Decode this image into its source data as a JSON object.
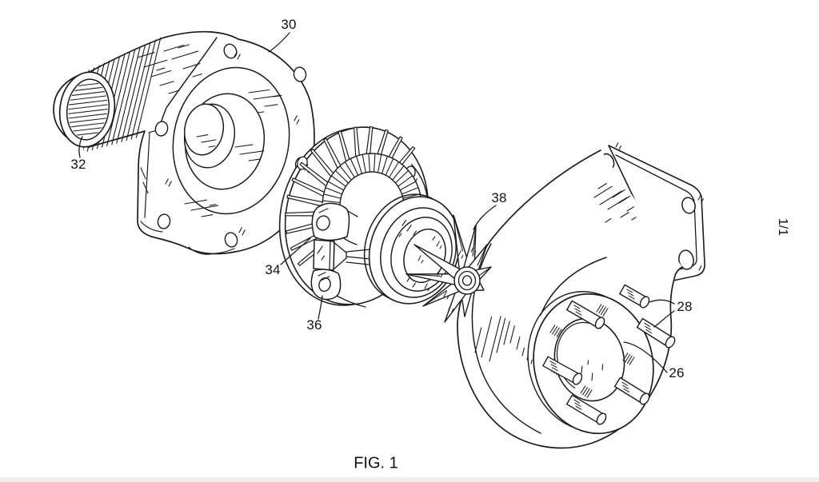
{
  "figure": {
    "caption": "FIG. 1",
    "sheet_indicator": "1/1",
    "reference_labels": [
      "30",
      "32",
      "34",
      "36",
      "38",
      "28",
      "26"
    ],
    "colors": {
      "line": "#1c1c1c",
      "background": "#ffffff",
      "footer_bar": "#efefef"
    }
  }
}
